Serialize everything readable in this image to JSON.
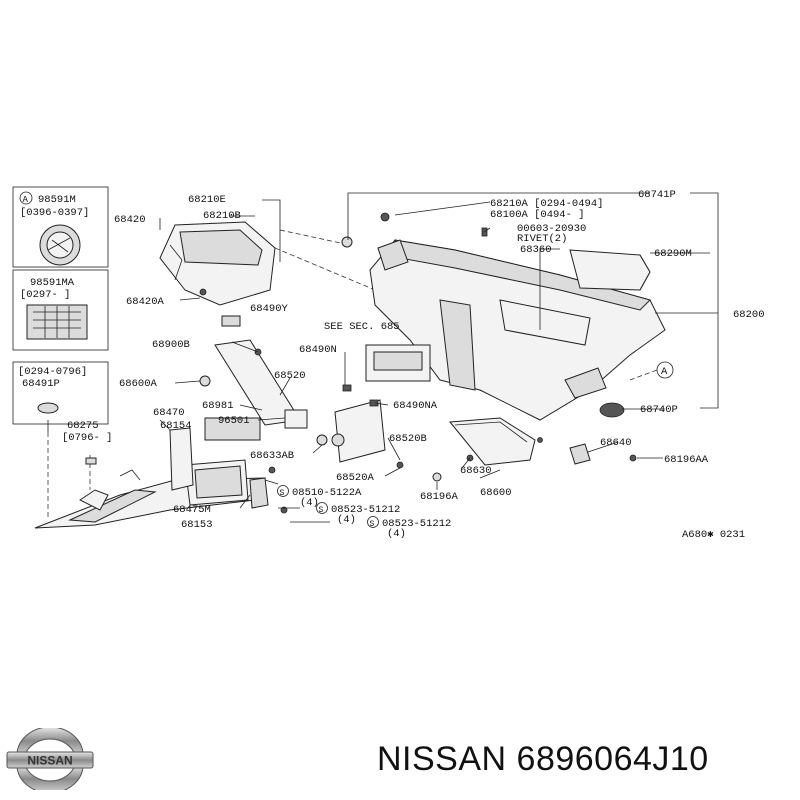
{
  "brand": "NISSAN",
  "part_caption": "NISSAN 6896064J10",
  "diagram_code": "A680✱ 0231",
  "see_section": "SEE SEC. 685",
  "callout_a": "A",
  "inset_panels": [
    {
      "code": "98591M",
      "range": "[0396-0397]"
    },
    {
      "code": "98591MA",
      "range": "[0297-      ]"
    },
    {
      "code": "68491P",
      "range": "[0294-0796]"
    }
  ],
  "labels": {
    "p68210E": "68210E",
    "p68420": "68420",
    "p68210B": "68210B",
    "p68420A": "68420A",
    "p68490Y": "68490Y",
    "p68900B": "68900B",
    "p68600A": "68600A",
    "p68520": "68520",
    "p68490N": "68490N",
    "p68470": "68470",
    "p68981": "68981",
    "p68154": "68154",
    "p96501": "96501",
    "p68275": "68275",
    "p68275_range": "[0796-     ]",
    "p68633AB": "68633AB",
    "p68475M": "68475M",
    "p68153": "68153",
    "p68520A": "68520A",
    "p68520B": "68520B",
    "p68490NA": "68490NA",
    "p68630": "68630",
    "p68196A": "68196A",
    "p68600": "68600",
    "p68640": "68640",
    "p68196AA": "68196AA",
    "p68740P": "68740P",
    "p68200": "68200",
    "p68290M": "68290M",
    "p68360": "68360",
    "p68741P": "68741P",
    "p68210A": "68210A [0294-0494]",
    "p68100A": "68100A [0494-      ]",
    "p00603": "00603-20930",
    "rivet": "RIVET(2)",
    "s1": "08510-5122A",
    "s1q": "(4)",
    "s2": "08523-51212",
    "s2q": "(4)",
    "s3": "08523-51212",
    "s3q": "(4)"
  }
}
